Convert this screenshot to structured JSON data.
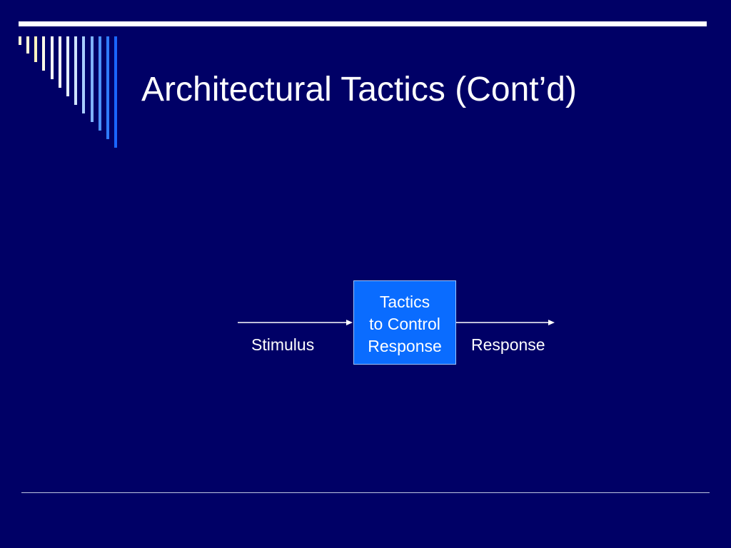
{
  "slide": {
    "title": "Architectural Tactics (Cont’d)"
  },
  "diagram": {
    "box_lines": [
      "Tactics",
      "to Control",
      "Response"
    ],
    "input_label": "Stimulus",
    "output_label": "Response"
  },
  "colors": {
    "background": "#000066",
    "box_fill": "#0a6cff",
    "text": "#ffffff",
    "accent_stripes": [
      "#fffbe0",
      "#ffffff",
      "#d0e6ff",
      "#9fc9ff",
      "#3a8cff",
      "#1a66ff"
    ]
  }
}
